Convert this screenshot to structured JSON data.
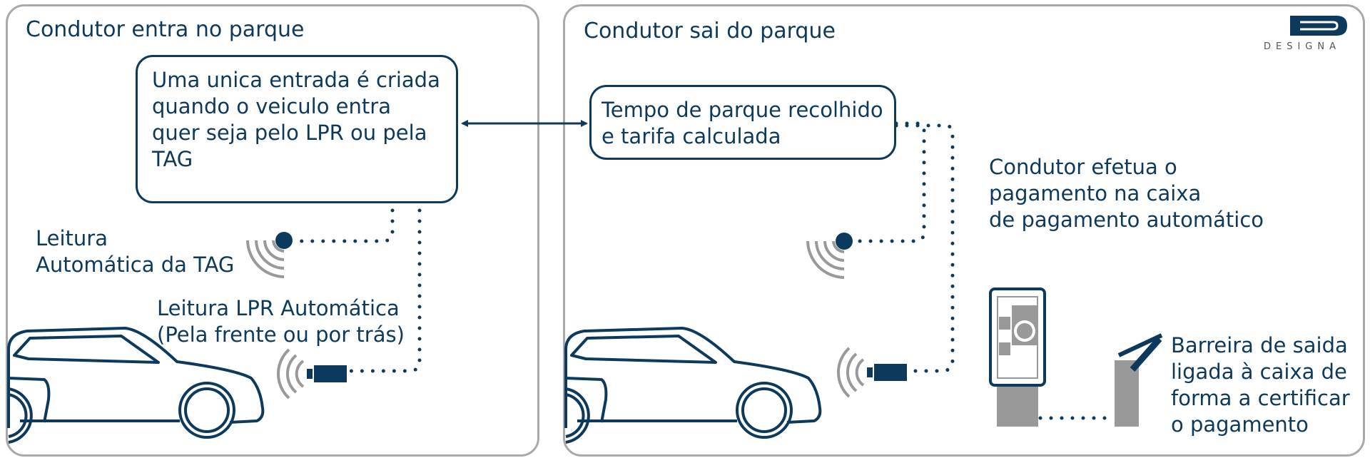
{
  "left_panel": {
    "title": "Condutor entra no parque",
    "entry_box": "Uma unica entrada é criada\nquando o veiculo entra\nquer seja pelo LPR ou pela\nTAG",
    "tag_label": "Leitura\nAutomática  da TAG",
    "lpr_label": "Leitura LPR Automática\n(Pela frente ou por trás)"
  },
  "right_panel": {
    "title": "Condutor sai do parque",
    "time_box": "Tempo de parque recolhido\ne tarifa calculada",
    "payment_label": "Condutor efetua o\npagamento na caixa\nde pagamento automático",
    "barrier_label": "Barreira de saida\nligada à caixa de\nforma a certificar\no pagamento"
  },
  "logo": {
    "text": "DESIGNA"
  },
  "colors": {
    "navy": "#0d3a5c",
    "grey": "#a9a9a9",
    "device_grey": "#999999"
  },
  "icons": [
    "car-icon",
    "tag-reader-icon",
    "lpr-camera-icon",
    "payment-terminal-icon",
    "exit-barrier-icon",
    "designa-logo-icon"
  ]
}
